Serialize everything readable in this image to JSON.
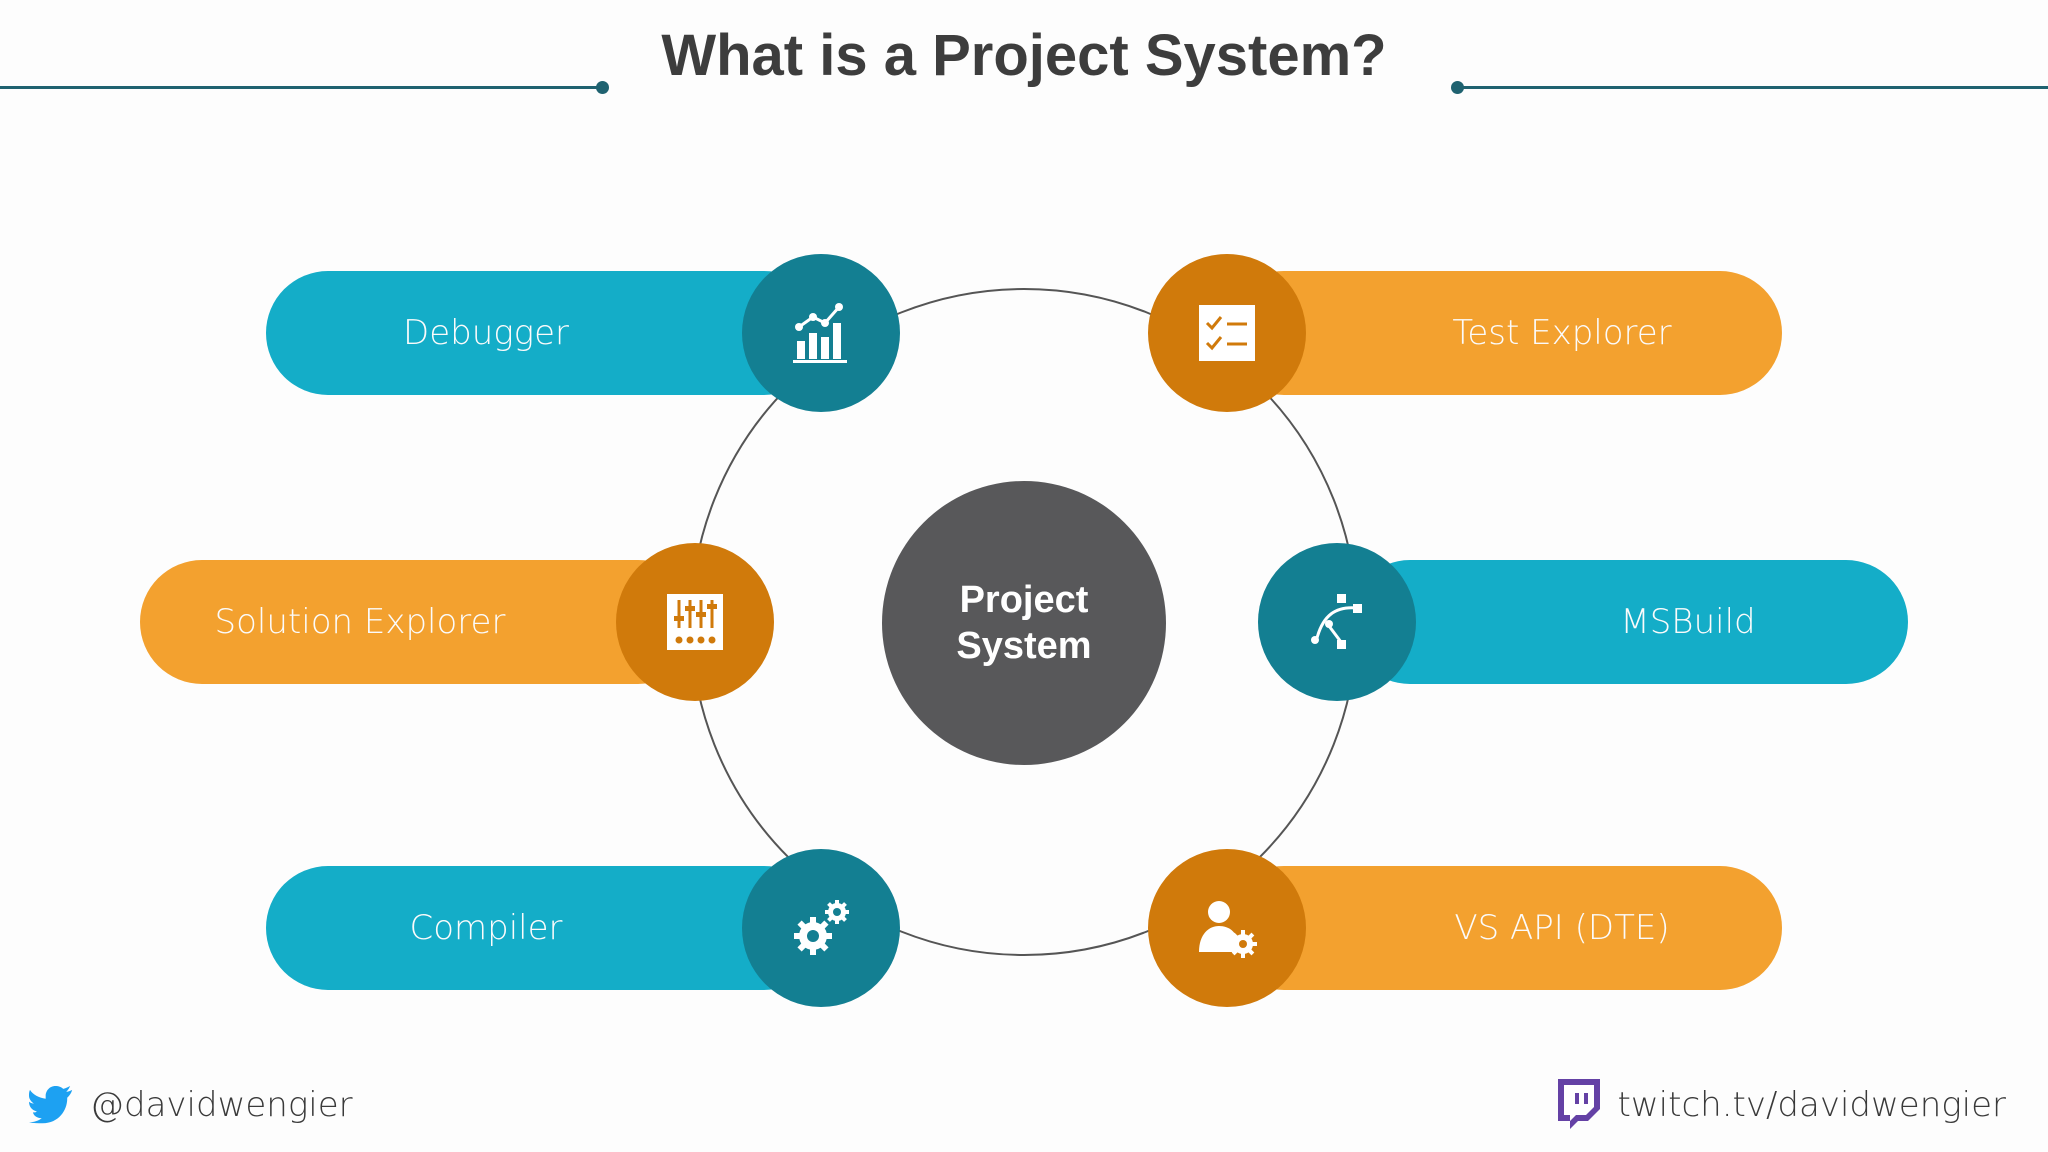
{
  "title": "What is a Project System?",
  "center": {
    "line1": "Project",
    "line2": "System"
  },
  "components": [
    {
      "label": "Debugger",
      "icon": "bar-chart-icon",
      "color": "#14adc8"
    },
    {
      "label": "Test Explorer",
      "icon": "checklist-icon",
      "color": "#f3a12f"
    },
    {
      "label": "Solution Explorer",
      "icon": "sliders-icon",
      "color": "#f3a12f"
    },
    {
      "label": "MSBuild",
      "icon": "vector-path-icon",
      "color": "#14adc8"
    },
    {
      "label": "Compiler",
      "icon": "gears-icon",
      "color": "#14adc8"
    },
    {
      "label": "VS API (DTE)",
      "icon": "user-settings-icon",
      "color": "#f3a12f"
    }
  ],
  "footer": {
    "twitter_handle": "@davidwengier",
    "twitch_url": "twitch.tv/davidwengier"
  },
  "colors": {
    "blue": "#14adc8",
    "blue_dark": "#137f92",
    "orange": "#f3a12f",
    "orange_dark": "#d07a0b",
    "center": "#58585a"
  }
}
